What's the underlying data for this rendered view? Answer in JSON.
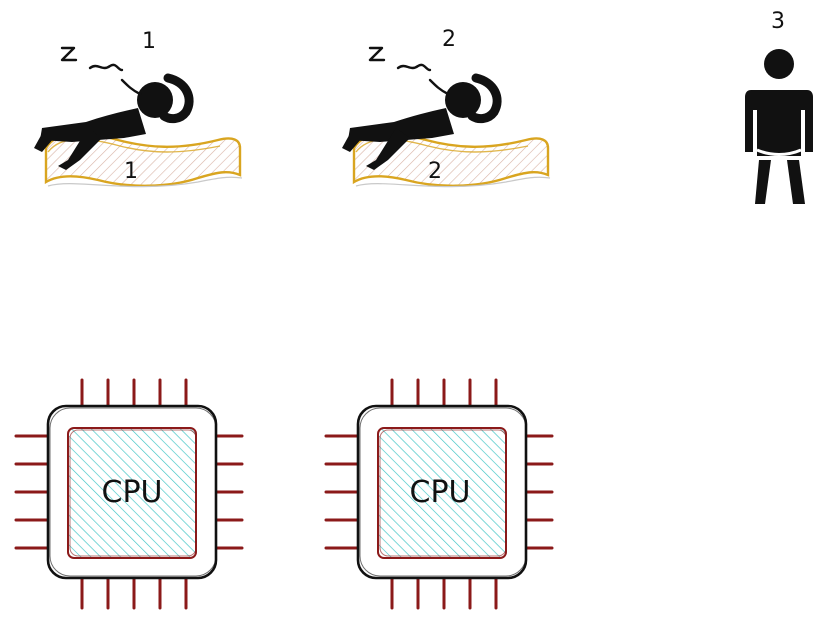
{
  "figures": [
    {
      "id": "sleeper-1",
      "state": "sleeping",
      "top_label": "1",
      "bed_label": "1"
    },
    {
      "id": "sleeper-2",
      "state": "sleeping",
      "top_label": "2",
      "bed_label": "2"
    },
    {
      "id": "person-3",
      "state": "standing",
      "top_label": "3"
    }
  ],
  "cpus": [
    {
      "label": "CPU"
    },
    {
      "label": "CPU"
    }
  ],
  "colors": {
    "ink": "#111111",
    "bed_outline": "#d9a520",
    "bed_fill": "#e8c9b8",
    "cpu_pins": "#8b1a1a",
    "cpu_core_outline": "#8b1a1a",
    "cpu_hatch": "#3cc4c4"
  },
  "icons": [
    "sleeping-person-icon",
    "bed-icon",
    "standing-person-icon",
    "cpu-chip-icon"
  ]
}
